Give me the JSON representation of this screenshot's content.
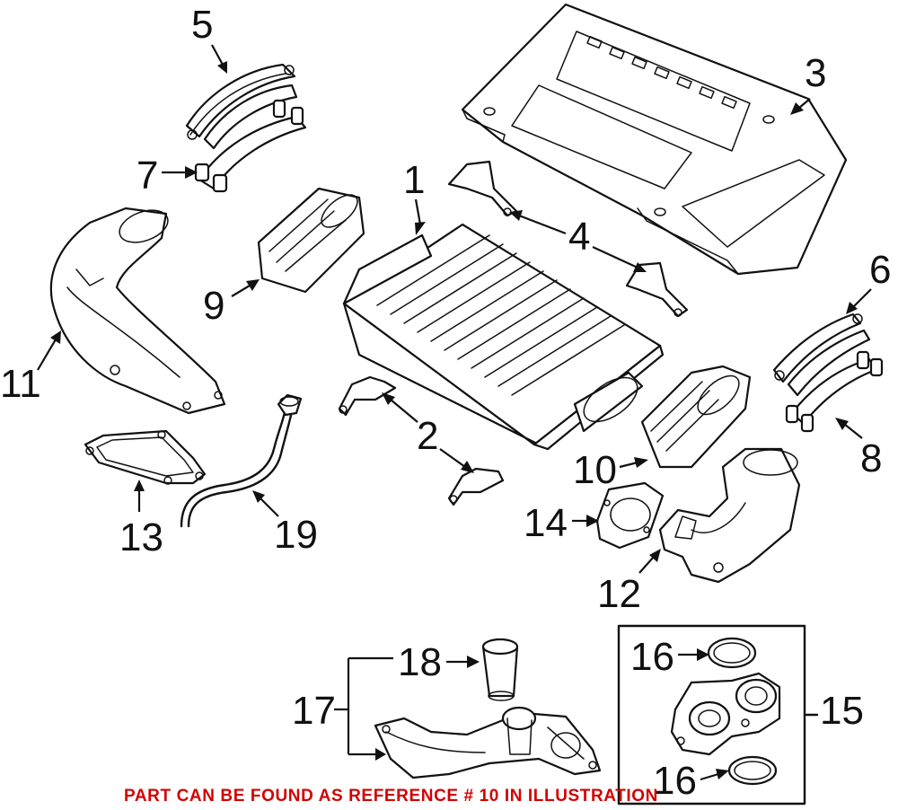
{
  "callouts": {
    "c1": "1",
    "c2": "2",
    "c3": "3",
    "c4": "4",
    "c5": "5",
    "c6": "6",
    "c7": "7",
    "c8": "8",
    "c9": "9",
    "c10": "10",
    "c11": "11",
    "c12": "12",
    "c13": "13",
    "c14": "14",
    "c15": "15",
    "c16a": "16",
    "c16b": "16",
    "c17": "17",
    "c18": "18",
    "c19": "19"
  },
  "note": {
    "text": "PART CAN BE FOUND AS REFERENCE # 10 IN ILLUSTRATION",
    "color": "#d40000"
  }
}
